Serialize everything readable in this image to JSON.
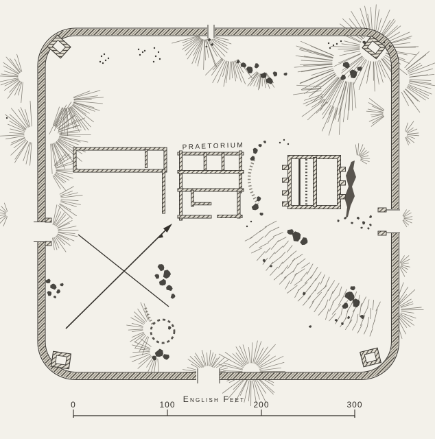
{
  "labels": {
    "praetorium": "PRAETORIUM"
  },
  "scale_bar": {
    "title": "English Feet",
    "ticks": [
      "0",
      "100",
      "200",
      "300"
    ]
  },
  "colors": {
    "paper": "#f3f1ea",
    "ink": "#3a3732",
    "shading": "#6b675e"
  }
}
